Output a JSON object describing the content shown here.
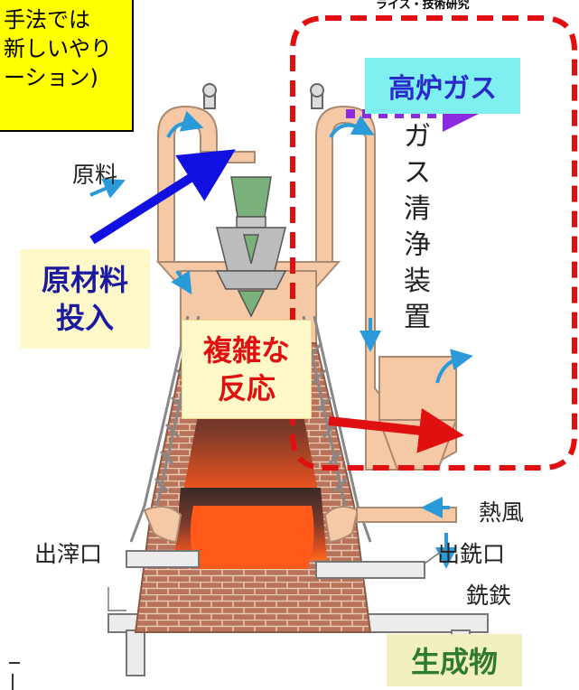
{
  "callout": {
    "lines": [
      "手法では",
      "新しいやり",
      "ーション)"
    ]
  },
  "top_right_label": "ライス・技術研究",
  "labels": {
    "gas": "高炉ガス",
    "input_line1": "原材料",
    "input_line2": "投入",
    "reaction_line1": "複雑な",
    "reaction_line2": "反応",
    "product": "生成物"
  },
  "furnace_labels": {
    "raw_material": "原料",
    "gas_cleaning": [
      "ガ",
      "ス",
      "清",
      "浄",
      "装",
      "置"
    ],
    "hot_blast": "熱風",
    "slag_outlet": "出滓口",
    "tap_hole": "出銑口",
    "pig_iron": "銑鉄"
  },
  "colors": {
    "furnace_body": "#f6c9a6",
    "highlight_dashed": "#e01010",
    "arrow_blue": "#1010e0",
    "arrow_purple": "#8a2be2",
    "arrow_red": "#e01010",
    "flow_arrow": "#2a9ad8",
    "cone_green": "#7ab07a",
    "brick": "#a0604a"
  }
}
